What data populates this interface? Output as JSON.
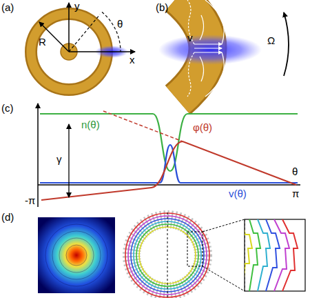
{
  "diagram": {
    "labels": [
      "(a)",
      "y",
      "R",
      "θ",
      "x",
      "(b)",
      "v",
      "Ω",
      "(c)",
      "n(θ)",
      "φ(θ)",
      "γ",
      "v(θ)",
      "θ",
      "-π",
      "π",
      "(d)"
    ]
  }
}
